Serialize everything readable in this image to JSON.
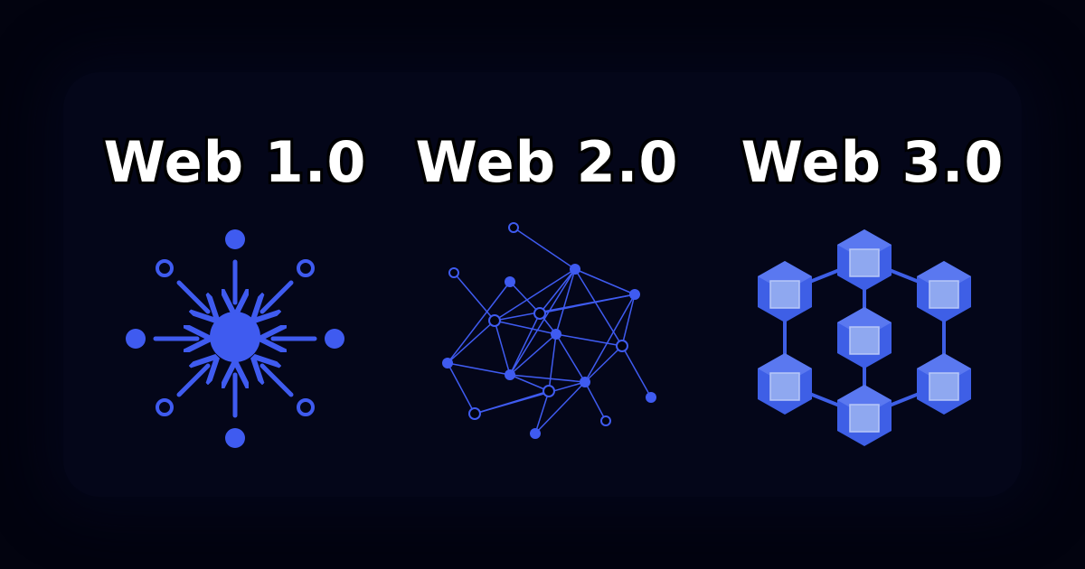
{
  "titles": {
    "web1": "Web 1.0",
    "web2": "Web 2.0",
    "web3": "Web 3.0"
  },
  "icons": {
    "web1": "centralized-star-icon",
    "web2": "network-graph-icon",
    "web3": "blockchain-cubes-icon"
  },
  "colors": {
    "background": "#02030f",
    "accent": "#3f5bf0",
    "cube_face": "#8fa8f0",
    "cube_body": "#3e5fe6",
    "title_text": "#ffffff"
  }
}
